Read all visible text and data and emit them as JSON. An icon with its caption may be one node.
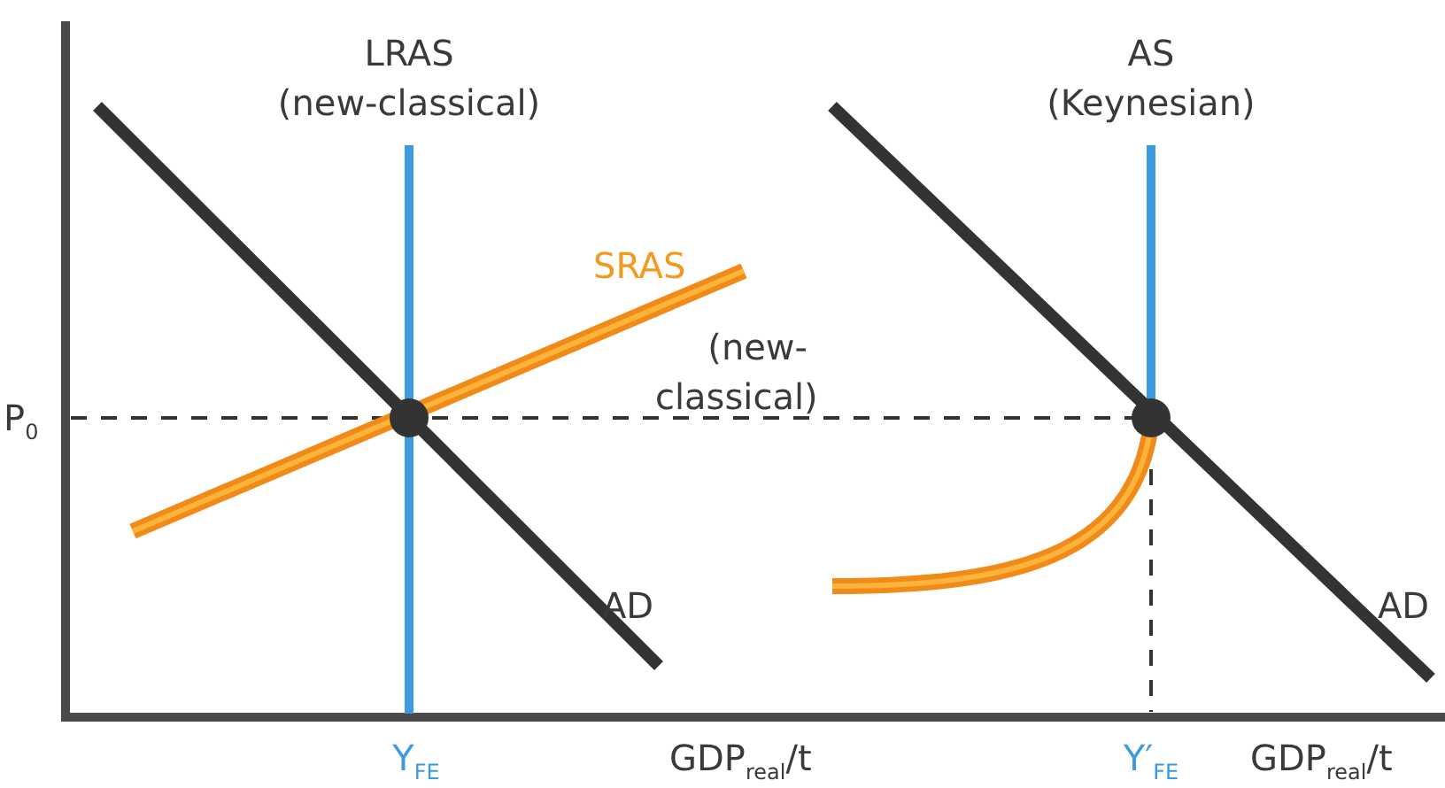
{
  "diagram": {
    "labels": [
      "LRAS (new-classical)",
      "AS (Keynesian)",
      "SRAS",
      "(new-classical)",
      "P$_{0}$",
      "AD",
      "AD",
      "Y$_{FE}$",
      "GDP$_{real}$/t",
      "Y′$_{FE}$",
      "GDP$_{real}$/t"
    ]
  }
}
